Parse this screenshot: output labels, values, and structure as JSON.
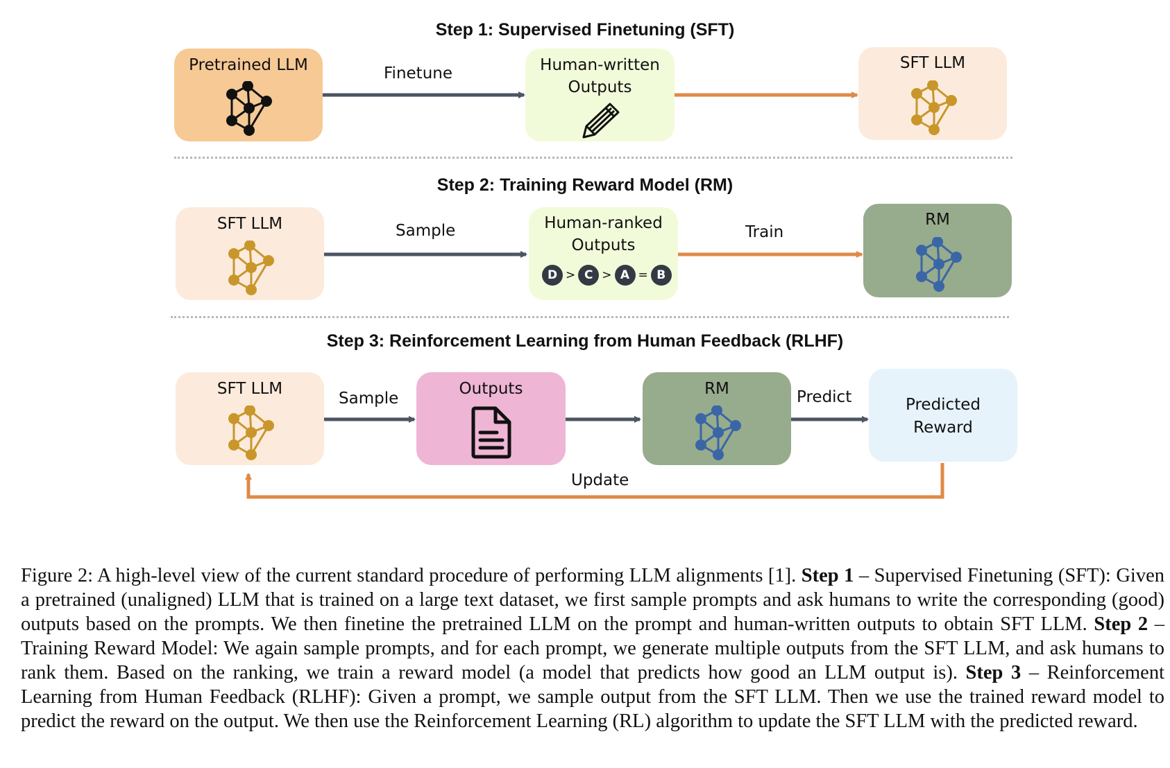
{
  "colors": {
    "pretrained_fill": "#f6c995",
    "sft_fill": "#fcebdc",
    "human_fill": "#f2fbd9",
    "rm_fill": "#97ab8d",
    "outputs_fill": "#efb5d4",
    "reward_fill": "#e7f3fb",
    "gray_arrow": "#4b5563",
    "orange_arrow": "#e08a47",
    "sft_node": "#c9962b",
    "rm_node": "#3a66a6"
  },
  "step1": {
    "title": "Step 1: Supervised Finetuning (SFT)",
    "pretrained_label": "Pretrained LLM",
    "edge_finetune": "Finetune",
    "human_written_line1": "Human-written",
    "human_written_line2": "Outputs",
    "sft_label": "SFT LLM",
    "icons": [
      "neural-network-icon",
      "pencil-icon",
      "neural-network-icon"
    ]
  },
  "step2": {
    "title": "Step 2: Training Reward Model (RM)",
    "sft_label": "SFT LLM",
    "edge_sample": "Sample",
    "human_ranked_line1": "Human-ranked",
    "human_ranked_line2": "Outputs",
    "ranking": {
      "d": "D",
      "c": "C",
      "a": "A",
      "b": "B",
      "gt1": ">",
      "gt2": ">",
      "eq": "="
    },
    "edge_train": "Train",
    "rm_label": "RM"
  },
  "step3": {
    "title": "Step 3: Reinforcement Learning from Human Feedback (RLHF)",
    "sft_label": "SFT LLM",
    "edge_sample": "Sample",
    "outputs_label": "Outputs",
    "rm_label": "RM",
    "edge_predict": "Predict",
    "reward_line1": "Predicted",
    "reward_line2": "Reward",
    "edge_update": "Update",
    "icons": [
      "document-icon"
    ]
  },
  "caption": {
    "prefix": "Figure 2: A high-level view of the current standard procedure of performing LLM alignments [1]. ",
    "step1_bold": "Step 1",
    "step1_text": " – Supervised Finetuning (SFT): Given a pretrained (unaligned) LLM that is trained on a large text dataset, we first sample prompts and ask humans to write the corresponding (good) outputs based on the prompts. We then finetine the pretrained LLM on the prompt and human-written outputs to obtain SFT LLM. ",
    "step2_bold": "Step 2",
    "step2_text": " – Training Reward Model: We again sample prompts, and for each prompt, we generate multiple outputs from the SFT LLM, and ask humans to rank them. Based on the ranking, we train a reward model (a model that predicts how good an LLM output is). ",
    "step3_bold": "Step 3",
    "step3_text": " – Reinforcement Learning from Human Feedback (RLHF): Given a prompt, we sample output from the SFT LLM. Then we use the trained reward model to predict the reward on the output. We then use the Reinforcement Learning (RL) algorithm to update the SFT LLM with the predicted reward."
  }
}
